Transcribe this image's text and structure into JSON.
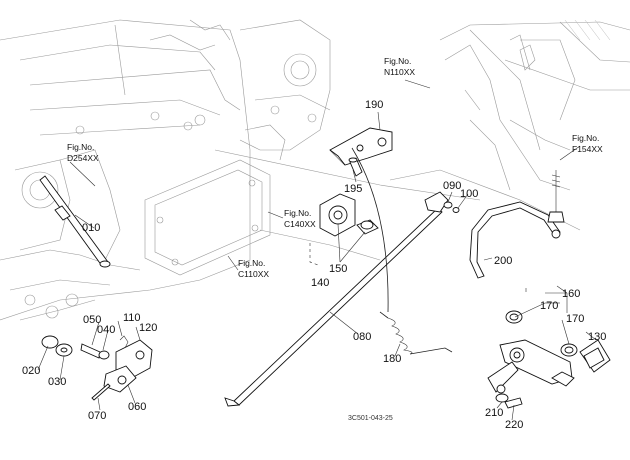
{
  "part_numbers": {
    "p190": "190",
    "p195": "195",
    "p090": "090",
    "p100": "100",
    "p010": "010",
    "p200": "200",
    "p150": "150",
    "p140": "140",
    "p160": "160",
    "p170a": "170",
    "p170b": "170",
    "p130": "130",
    "p050": "050",
    "p110": "110",
    "p040": "040",
    "p120": "120",
    "p020": "020",
    "p030": "030",
    "p080": "080",
    "p180": "180",
    "p060": "060",
    "p070": "070",
    "p210": "210",
    "p220": "220"
  },
  "figure_refs": {
    "n110": {
      "prefix": "Fig.No.",
      "code": "N110XX"
    },
    "d254": {
      "prefix": "Fig.No.",
      "code": "D254XX"
    },
    "f154": {
      "prefix": "Fig.No.",
      "code": "F154XX"
    },
    "c140": {
      "prefix": "Fig.No.",
      "code": "C140XX"
    },
    "c110": {
      "prefix": "Fig.No.",
      "code": "C110XX"
    }
  },
  "drawing_code": "3C501-043-25"
}
